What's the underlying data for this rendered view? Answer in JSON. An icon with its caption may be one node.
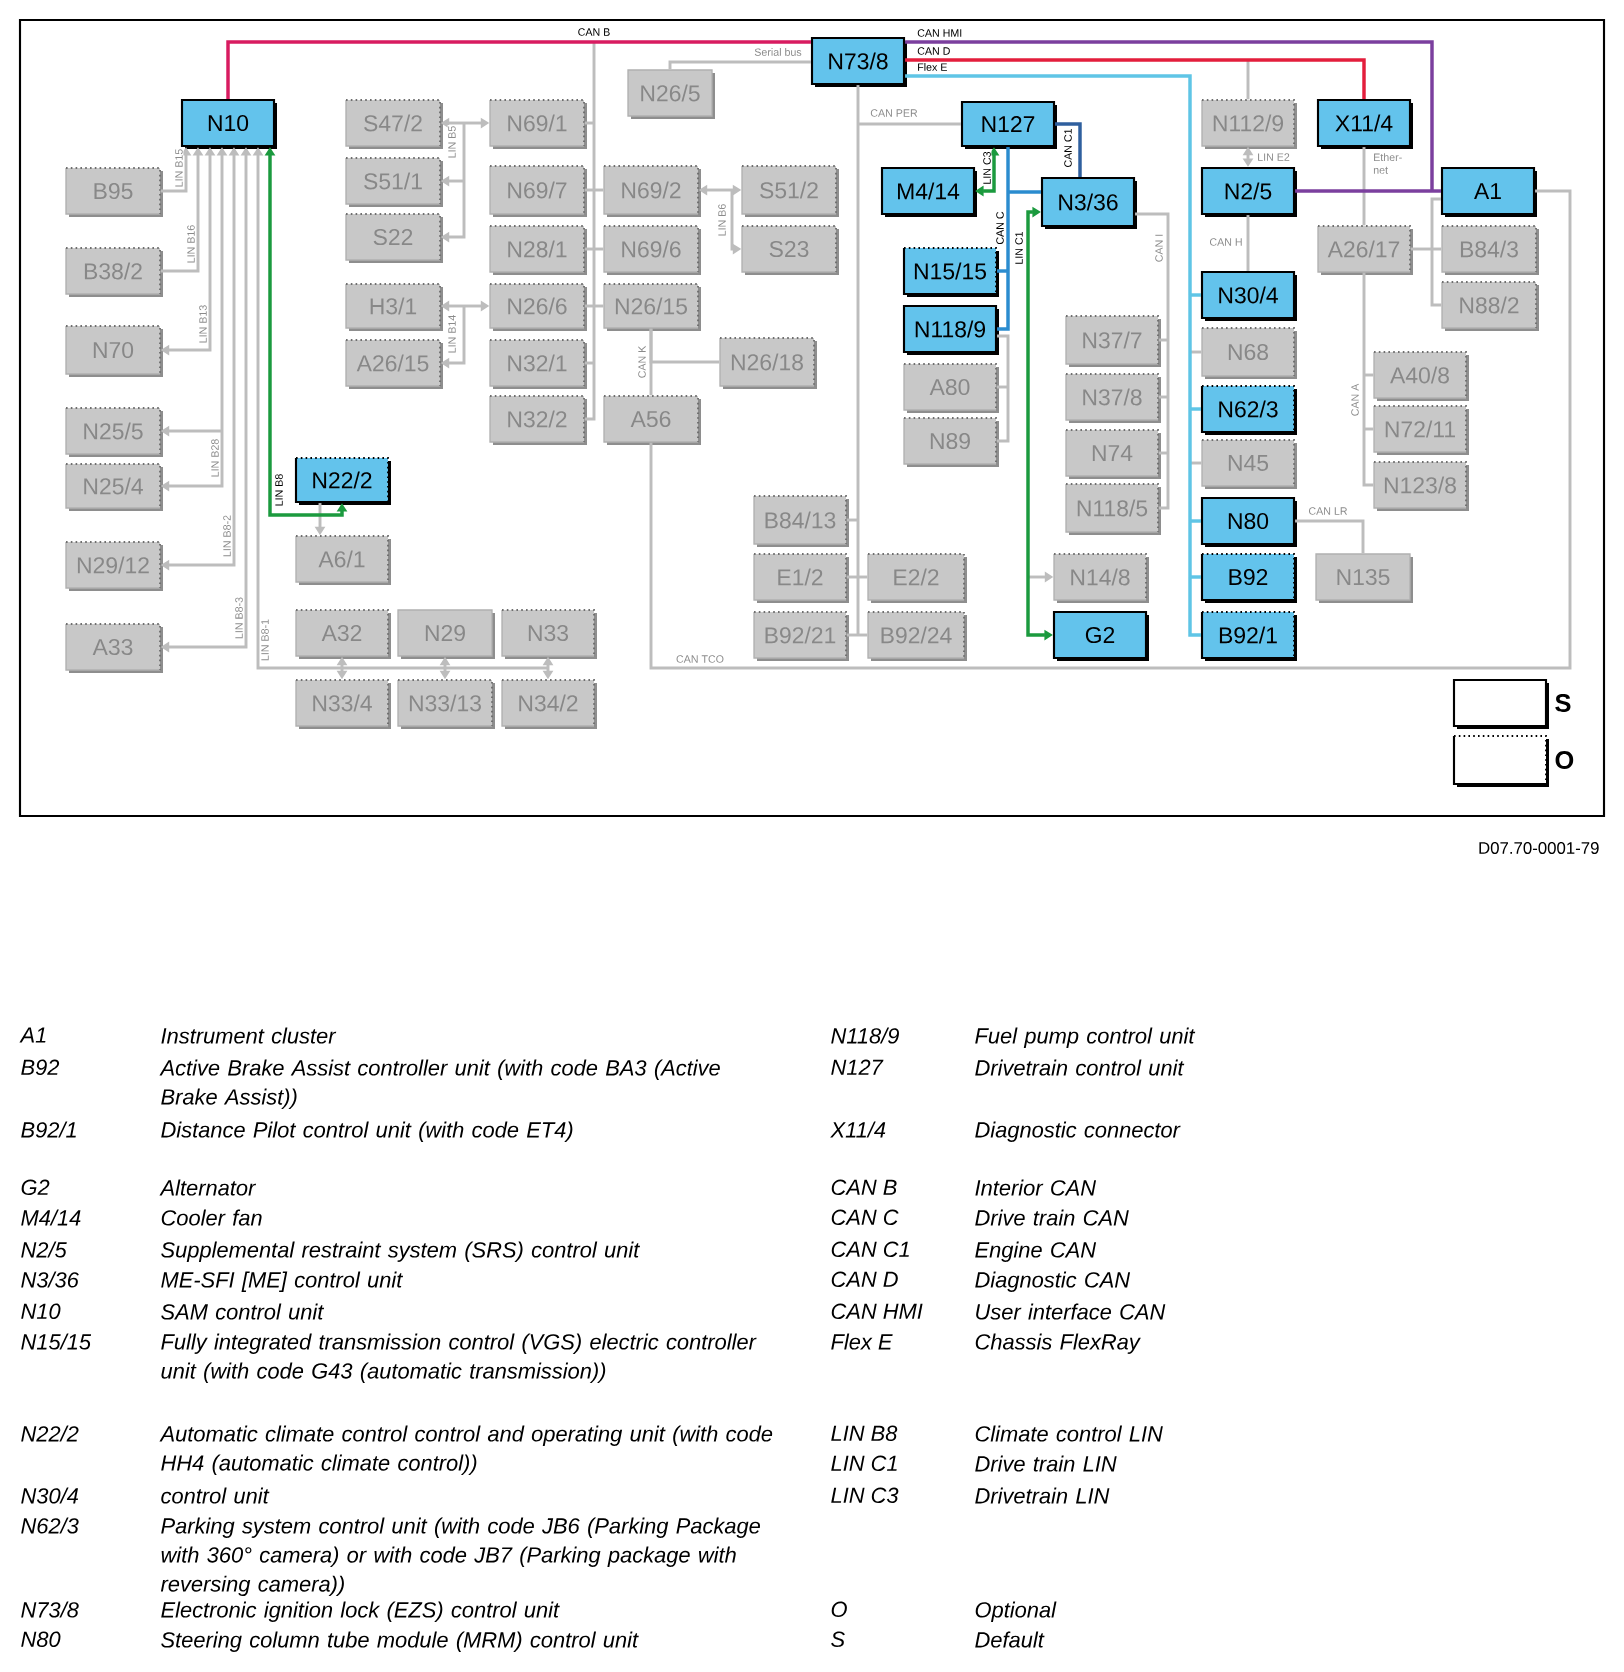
{
  "diagram": {
    "nodes": [
      {
        "text": [
          "N73/8"
        ]
      },
      {
        "text": [
          "N26/5"
        ]
      },
      {
        "text": [
          "N10"
        ]
      },
      {
        "text": [
          "S47/2"
        ]
      },
      {
        "text": [
          "N69/1"
        ]
      },
      {
        "text": [
          "N127"
        ]
      },
      {
        "text": [
          "N112/9"
        ]
      },
      {
        "text": [
          "X11/4"
        ]
      },
      {
        "text": [
          "B95"
        ]
      },
      {
        "text": [
          "S51/1"
        ]
      },
      {
        "text": [
          "N69/7"
        ]
      },
      {
        "text": [
          "N69/2"
        ]
      },
      {
        "text": [
          "S51/2"
        ]
      },
      {
        "text": [
          "M4/14"
        ]
      },
      {
        "text": [
          "N3/36"
        ]
      },
      {
        "text": [
          "N2/5"
        ]
      },
      {
        "text": [
          "A1"
        ]
      },
      {
        "text": [
          "S22"
        ]
      },
      {
        "text": [
          "N28/1"
        ]
      },
      {
        "text": [
          "N69/6"
        ]
      },
      {
        "text": [
          "S23"
        ]
      },
      {
        "text": [
          "A26/17"
        ]
      },
      {
        "text": [
          "B84/3"
        ]
      },
      {
        "text": [
          "B38/2"
        ]
      },
      {
        "text": [
          "N15/15"
        ]
      },
      {
        "text": [
          "N30/4"
        ]
      },
      {
        "text": [
          "H3/1"
        ]
      },
      {
        "text": [
          "N26/6"
        ]
      },
      {
        "text": [
          "N26/15"
        ]
      },
      {
        "text": [
          "N88/2"
        ]
      },
      {
        "text": [
          "N118/9"
        ]
      },
      {
        "text": [
          "N37/7"
        ]
      },
      {
        "text": [
          "N68"
        ]
      },
      {
        "text": [
          "N70"
        ]
      },
      {
        "text": [
          "A26/15"
        ]
      },
      {
        "text": [
          "N32/1"
        ]
      },
      {
        "text": [
          "N26/18"
        ]
      },
      {
        "text": [
          "A40/8"
        ]
      },
      {
        "text": [
          "A80"
        ]
      },
      {
        "text": [
          "N37/8"
        ]
      },
      {
        "text": [
          "N62/3"
        ]
      },
      {
        "text": [
          "N32/2"
        ]
      },
      {
        "text": [
          "A56"
        ]
      },
      {
        "text": [
          "N25/5"
        ]
      },
      {
        "text": [
          "N72/11"
        ]
      },
      {
        "text": [
          "N89"
        ]
      },
      {
        "text": [
          "N74"
        ]
      },
      {
        "text": [
          "N45"
        ]
      },
      {
        "text": [
          "N25/4"
        ]
      },
      {
        "text": [
          "N22/2"
        ]
      },
      {
        "text": [
          "N123/8"
        ]
      },
      {
        "text": [
          "N118/5"
        ]
      },
      {
        "text": [
          "B84/13"
        ]
      },
      {
        "text": [
          "N80"
        ]
      },
      {
        "text": [
          "A6/1"
        ]
      },
      {
        "text": [
          "N29/12"
        ]
      },
      {
        "text": [
          "E1/2"
        ]
      },
      {
        "text": [
          "E2/2"
        ]
      },
      {
        "text": [
          "N14/8"
        ]
      },
      {
        "text": [
          "B92"
        ]
      },
      {
        "text": [
          "N135"
        ]
      },
      {
        "text": [
          "A33"
        ]
      },
      {
        "text": [
          "A32"
        ]
      },
      {
        "text": [
          "N29"
        ]
      },
      {
        "text": [
          "N33"
        ]
      },
      {
        "text": [
          "B92/21"
        ]
      },
      {
        "text": [
          "B92/24"
        ]
      },
      {
        "text": [
          "G2"
        ]
      },
      {
        "text": [
          "B92/1"
        ]
      },
      {
        "text": [
          "N33/4"
        ]
      },
      {
        "text": [
          "N33/13"
        ]
      },
      {
        "text": [
          "N34/2"
        ]
      }
    ],
    "edges": [
      {
        "from": 2,
        "to": 0,
        "arrow": "none",
        "label": "CAN B",
        "color": "#d81b60"
      },
      {
        "from": null,
        "to": 4,
        "arrow": "none"
      },
      {
        "from": null,
        "to": 10,
        "arrow": "none"
      },
      {
        "from": null,
        "to": 11,
        "arrow": "none"
      },
      {
        "from": null,
        "to": 18,
        "arrow": "none"
      },
      {
        "from": null,
        "to": 19,
        "arrow": "none"
      },
      {
        "from": null,
        "to": 27,
        "arrow": "none"
      },
      {
        "from": null,
        "to": 28,
        "arrow": "none"
      },
      {
        "from": null,
        "to": 35,
        "arrow": "none"
      },
      {
        "from": null,
        "to": 41,
        "arrow": "none"
      },
      {
        "from": 0,
        "to": 1,
        "arrow": "none",
        "label": "Serial bus"
      },
      {
        "from": 0,
        "to": 16,
        "arrow": "none",
        "label": "CAN HMI",
        "color": "#7b3f9e"
      },
      {
        "from": 15,
        "to": 16,
        "arrow": "none",
        "color": "#7b3f9e"
      },
      {
        "from": 16,
        "to": 22,
        "arrow": "none"
      },
      {
        "from": 16,
        "to": 29,
        "arrow": "none"
      },
      {
        "from": 21,
        "to": 22,
        "arrow": "none"
      },
      {
        "from": 7,
        "to": 21,
        "arrow": "none",
        "label": "Ether-net"
      },
      {
        "from": 21,
        "to": 37,
        "arrow": "none",
        "label": "CAN A"
      },
      {
        "from": 21,
        "to": 44,
        "arrow": "none"
      },
      {
        "from": 21,
        "to": 50,
        "arrow": "none"
      },
      {
        "from": 0,
        "to": 7,
        "arrow": "none",
        "label": "CAN D",
        "color": "#e31e3c"
      },
      {
        "from": null,
        "to": 6,
        "arrow": "none"
      },
      {
        "from": 6,
        "to": 15,
        "arrow": "both",
        "label": "LIN E2"
      },
      {
        "from": 0,
        "to": 25,
        "arrow": "none",
        "label": "Flex E",
        "color": "#5fc5e6"
      },
      {
        "from": null,
        "to": 32,
        "arrow": "none"
      },
      {
        "from": 0,
        "to": 40,
        "arrow": "none",
        "color": "#5fc5e6"
      },
      {
        "from": null,
        "to": 47,
        "arrow": "none"
      },
      {
        "from": 0,
        "to": 53,
        "arrow": "none",
        "color": "#5fc5e6"
      },
      {
        "from": 0,
        "to": 59,
        "arrow": "none",
        "color": "#5fc5e6"
      },
      {
        "from": 0,
        "to": 68,
        "arrow": "none",
        "color": "#5fc5e6"
      },
      {
        "from": 0,
        "to": 5,
        "arrow": "none",
        "label": "CAN PER"
      },
      {
        "from": 0,
        "to": 52,
        "arrow": "none"
      },
      {
        "from": 0,
        "to": 56,
        "arrow": "none"
      },
      {
        "from": 0,
        "to": 57,
        "arrow": "none"
      },
      {
        "from": 0,
        "to": 65,
        "arrow": "none"
      },
      {
        "from": 0,
        "to": 66,
        "arrow": "none"
      },
      {
        "from": 5,
        "to": 14,
        "arrow": "none",
        "color": "#2b8ccf"
      },
      {
        "from": 5,
        "to": 24,
        "arrow": "none",
        "label": "CAN C",
        "color": "#2b8ccf"
      },
      {
        "from": 5,
        "to": 30,
        "arrow": "none",
        "color": "#2b8ccf"
      },
      {
        "from": 30,
        "to": 38,
        "arrow": "none"
      },
      {
        "from": 30,
        "to": 45,
        "arrow": "none"
      },
      {
        "from": 5,
        "to": 14,
        "arrow": "none",
        "label": "CAN C1",
        "color": "#2f5f9e"
      },
      {
        "from": 5,
        "to": 13,
        "arrow": "both",
        "label": "LIN C3",
        "color": "#1b9a3e"
      },
      {
        "from": 14,
        "to": 67,
        "arrow": "both",
        "label": "LIN C1",
        "color": "#1b9a3e"
      },
      {
        "from": null,
        "to": 58,
        "arrow": "to"
      },
      {
        "from": 14,
        "to": 31,
        "arrow": "none",
        "label": "CAN I"
      },
      {
        "from": 14,
        "to": 39,
        "arrow": "none"
      },
      {
        "from": 14,
        "to": 46,
        "arrow": "none"
      },
      {
        "from": 14,
        "to": 51,
        "arrow": "none"
      },
      {
        "from": 15,
        "to": 25,
        "arrow": "none",
        "label": "CAN H"
      },
      {
        "from": 53,
        "to": 60,
        "arrow": "none",
        "label": "CAN LR"
      },
      {
        "from": 28,
        "to": 42,
        "arrow": "none",
        "label": "CAN K"
      },
      {
        "from": 28,
        "to": 36,
        "arrow": "none"
      },
      {
        "from": 42,
        "to": 16,
        "arrow": "none",
        "label": "CAN TCO"
      },
      {
        "from": 4,
        "to": 3,
        "arrow": "both",
        "label": "LIN B5"
      },
      {
        "from": 4,
        "to": 9,
        "arrow": "both"
      },
      {
        "from": 4,
        "to": 17,
        "arrow": "both"
      },
      {
        "from": 11,
        "to": 12,
        "arrow": "both",
        "label": "LIN B6"
      },
      {
        "from": 11,
        "to": 20,
        "arrow": "both"
      },
      {
        "from": 27,
        "to": 26,
        "arrow": "both",
        "label": "LIN B14"
      },
      {
        "from": 27,
        "to": 34,
        "arrow": "both"
      },
      {
        "from": 8,
        "to": 2,
        "arrow": "to",
        "label": "LIN B15"
      },
      {
        "from": 23,
        "to": 2,
        "arrow": "to",
        "label": "LIN B16"
      },
      {
        "from": 2,
        "to": 33,
        "arrow": "both",
        "label": "LIN B13"
      },
      {
        "from": 2,
        "to": 43,
        "arrow": "both",
        "label": "LIN B28"
      },
      {
        "from": 2,
        "to": 48,
        "arrow": "both"
      },
      {
        "from": 2,
        "to": 55,
        "arrow": "both",
        "label": "LIN B8-2"
      },
      {
        "from": 2,
        "to": 61,
        "arrow": "both",
        "label": "LIN B8-3"
      },
      {
        "from": 2,
        "to": 62,
        "arrow": "both",
        "label": "LIN B8-1"
      },
      {
        "from": 2,
        "to": 63,
        "arrow": "both"
      },
      {
        "from": 2,
        "to": 64,
        "arrow": "both"
      },
      {
        "from": 2,
        "to": 69,
        "arrow": "both"
      },
      {
        "from": 2,
        "to": 70,
        "arrow": "both"
      },
      {
        "from": 2,
        "to": 71,
        "arrow": "both"
      },
      {
        "from": 2,
        "to": 49,
        "arrow": "both",
        "label": "LIN B8",
        "color": "#1b9a3e"
      },
      {
        "from": 49,
        "to": 54,
        "arrow": "to"
      }
    ],
    "labels": [
      "D07.70-0001-79",
      "A1",
      "Instrument cluster",
      "B92",
      "Active Brake Assist controller unit (with code BA3 (Active Brake Assist))",
      "B92/1",
      "Distance Pilot control unit (with code ET4)",
      "G2",
      "Alternator",
      "M4/14",
      "Cooler fan",
      "N2/5",
      "Supplemental restraint system (SRS) control unit",
      "N3/36",
      "ME-SFI [ME] control unit",
      "N10",
      "SAM control unit",
      "N15/15",
      "Fully integrated transmission control (VGS) electric controller unit (with code G43 (automatic transmission))",
      "N22/2",
      "Automatic climate control control and operating unit (with code HH4 (automatic climate control))",
      "N30/4",
      "control unit",
      "N62/3",
      "Parking system control unit (with code JB6 (Parking Package with 360° camera) or with code JB7 (Parking package with reversing camera))",
      "N73/8",
      "Electronic ignition lock (EZS) control unit",
      "N80",
      "Steering column tube module (MRM) control unit",
      "N118/9",
      "Fuel pump control unit",
      "N127",
      "Drivetrain control unit",
      "X11/4",
      "Diagnostic connector",
      "CAN B",
      "Interior CAN",
      "CAN C",
      "Drive train CAN",
      "CAN C1",
      "Engine CAN",
      "CAN D",
      "Diagnostic CAN",
      "CAN HMI",
      "User interface CAN",
      "Flex E",
      "Chassis FlexRay",
      "LIN B8",
      "Climate control LIN",
      "LIN C1",
      "Drive train LIN",
      "LIN C3",
      "Drivetrain LIN",
      "O",
      "Optional",
      "S",
      "Default"
    ],
    "legend": [
      {
        "text": "S"
      },
      {
        "text": "O"
      }
    ]
  }
}
